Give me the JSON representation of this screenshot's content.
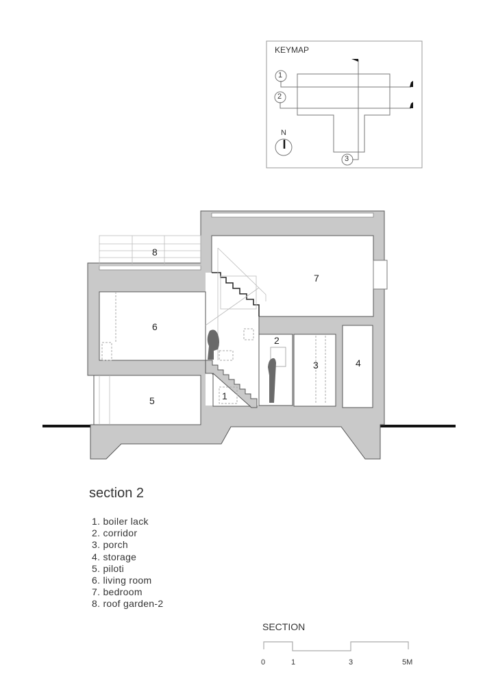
{
  "keymap": {
    "title": "KEYMAP",
    "markers": [
      "1",
      "2",
      "3"
    ],
    "north_label": "N"
  },
  "section": {
    "room_numbers": {
      "boiler": "1",
      "corridor": "2",
      "porch": "3",
      "storage": "4",
      "piloti": "5",
      "living": "6",
      "bedroom": "7",
      "roof_garden": "8"
    }
  },
  "title": "section 2",
  "legend": [
    "1. boiler lack",
    "2. corridor",
    "3. porch",
    "4. storage",
    "5. piloti",
    "6. living room",
    "7. bedroom",
    "8. roof garden-2"
  ],
  "scale": {
    "title": "SECTION",
    "ticks": [
      "0",
      "1",
      "3",
      "5M"
    ]
  },
  "colors": {
    "wall": "#c9c9c9",
    "outline": "#555555",
    "figure": "#6a6a6a"
  }
}
